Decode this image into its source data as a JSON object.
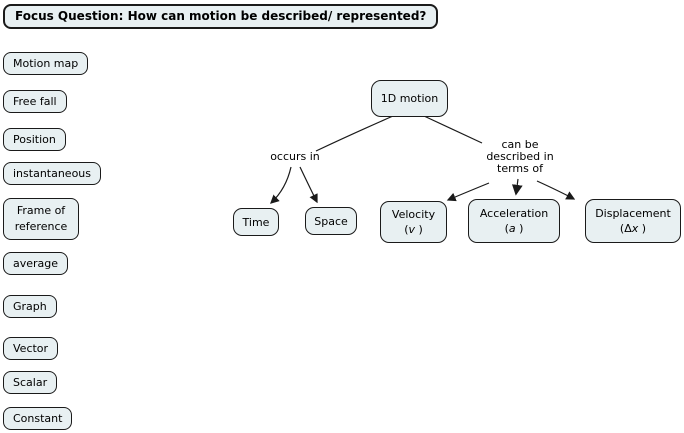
{
  "focus_question": "Focus Question: How can motion be described/ represented?",
  "terms": [
    "Motion map",
    "Free fall",
    "Position",
    "instantaneous",
    "Frame of reference",
    "average",
    "Graph",
    "Vector",
    "Scalar",
    "Constant"
  ],
  "map": {
    "root": "1D motion",
    "occurs_link": "occurs in",
    "described_link": "can be described in terms of",
    "time": "Time",
    "space": "Space",
    "velocity": {
      "name": "Velocity",
      "sym_pre": "(",
      "sym_var": "v",
      "sym_post": " )"
    },
    "acceleration": {
      "name": "Acceleration",
      "sym_pre": "(",
      "sym_var": "a",
      "sym_post": " )"
    },
    "displacement": {
      "name": "Displacement",
      "sym_pre": "(Δ",
      "sym_var": "x",
      "sym_post": " )"
    }
  },
  "colors": {
    "node_fill": "#e8f0f2",
    "node_border": "#1a1a1a",
    "background": "#ffffff",
    "text": "#000000"
  }
}
